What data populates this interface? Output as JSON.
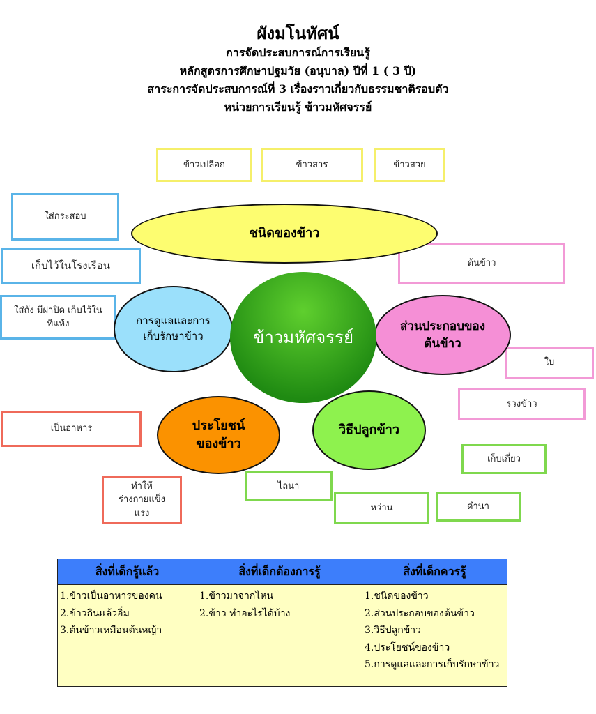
{
  "header": {
    "title": "ผังมโนทัศน์",
    "line1": "การจัดประสบการณ์การเรียนรู้",
    "line2": "หลักสูตรการศึกษาปฐมวัย  (อนุบาล) ปีที่ 1   ( 3 ปี)",
    "line3": "สาระการจัดประสบการณ์ที่ 3 เรื่องราวเกี่ยวกับธรรมชาติรอบตัว",
    "line4": "หน่วยการเรียนรู้ ข้าวมหัศจรรย์"
  },
  "center": "ข้าวมหัศจรรย์",
  "topics": {
    "types": "ชนิดของข้าว",
    "care": "การดูแลและการเก็บรักษาข้าว",
    "parts": "ส่วนประกอบของต้นข้าว",
    "benefits": "ประโยชน์ของข้าว",
    "planting": "วิธีปลูกข้าว"
  },
  "details": {
    "types": [
      "ข้าวเปลือก",
      "ข้าวสาร",
      "ข้าวสวย"
    ],
    "care": [
      "ใส่กระสอบ",
      "เก็บไว้ในโรงเรือน",
      "ใส่ถัง มีฝาปิด เก็บไว้ในที่แห้ง"
    ],
    "parts": [
      "ต้นข้าว",
      "ใบ",
      "รวงข้าว"
    ],
    "benefits": [
      "เป็นอาหาร",
      "ทำให้ร่างกายแข็งแรง"
    ],
    "planting": [
      "ไถนา",
      "หว่าน",
      "ดำนา",
      "เก็บเกี่ยว"
    ]
  },
  "table": {
    "headers": [
      "สิ่งที่เด็กรู้แล้ว",
      "สิ่งที่เด็กต้องการรู้",
      "สิ่งที่เด็กควรรู้"
    ],
    "columns": [
      [
        "1.ข้าวเป็นอาหารของคน",
        "2.ข้าวกินแล้วอิ่ม",
        "3.ต้นข้าวเหมือนต้นหญ้า"
      ],
      [
        "1.ข้าวมาจากไหน",
        "2.ข้าว ทำอะไรได้บ้าง"
      ],
      [
        "1.ชนิดของข้าว",
        "2.ส่วนประกอบของต้นข้าว",
        "3.วิธีปลูกข้าว",
        "4.ประโยชน์ของข้าว",
        "5.การดูแลและการเก็บรักษาข้าว"
      ]
    ]
  }
}
